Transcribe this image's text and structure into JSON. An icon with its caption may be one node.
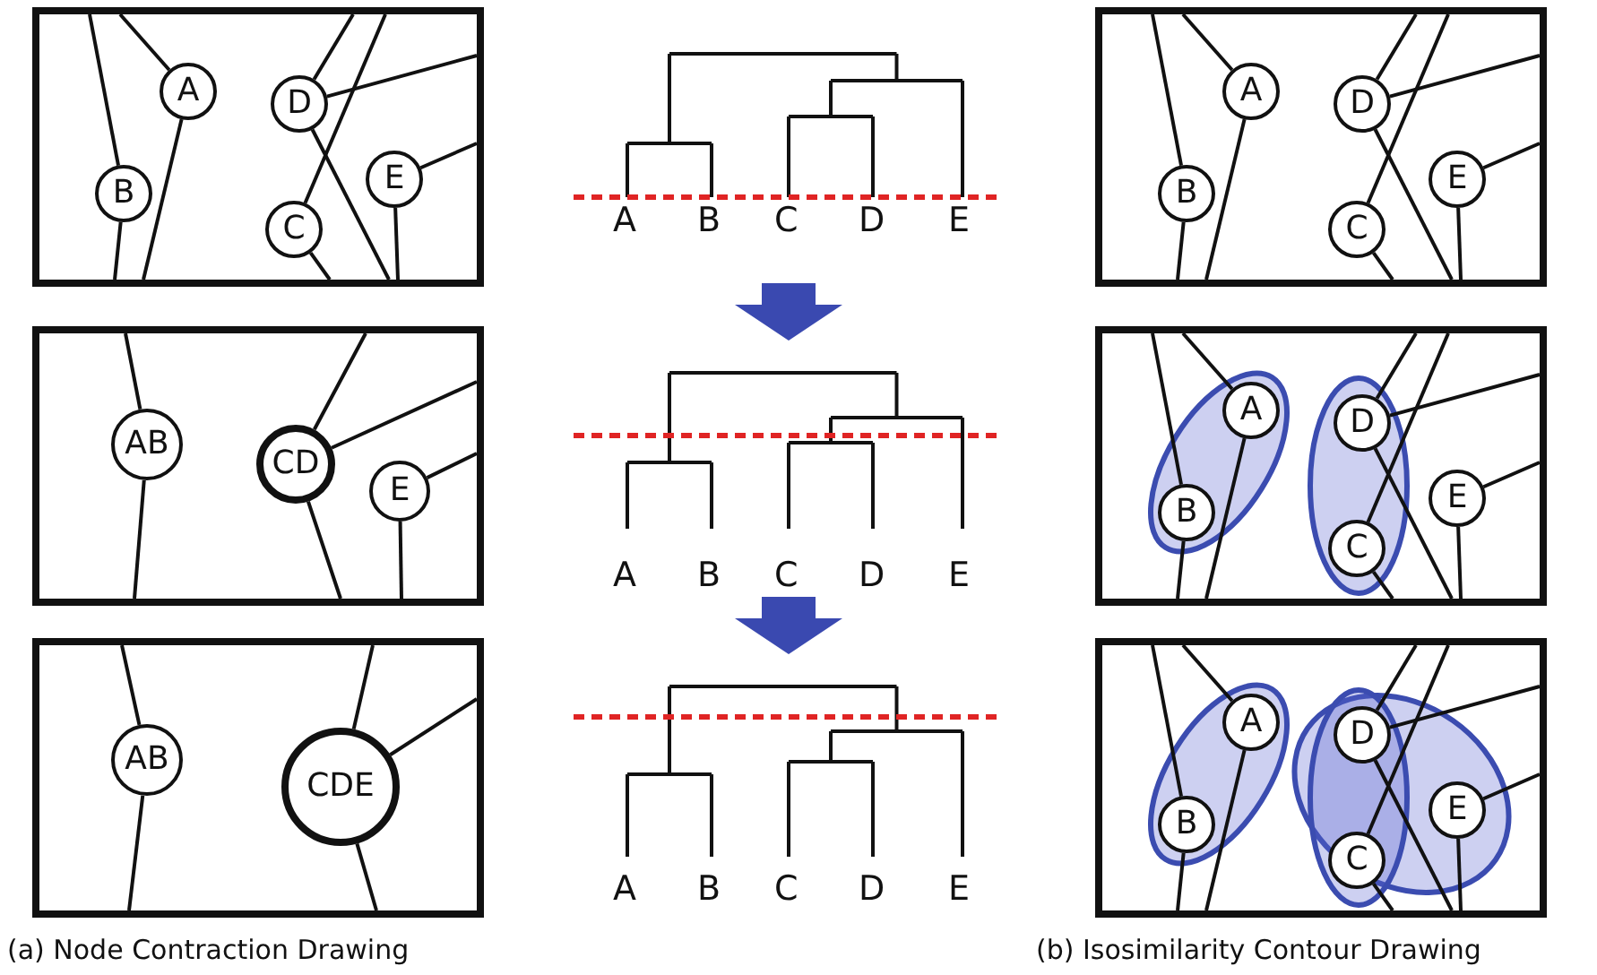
{
  "diagram": {
    "nodes": [
      {
        "text": [],
        "shape": "box"
      },
      {
        "text": [
          "A"
        ],
        "in": 0
      },
      {
        "text": [
          "B"
        ],
        "in": 0
      },
      {
        "text": [
          "D"
        ],
        "in": 0
      },
      {
        "text": [
          "C"
        ],
        "in": 0
      },
      {
        "text": [
          "E"
        ],
        "in": 0
      },
      {
        "text": [],
        "shape": "box"
      },
      {
        "text": [
          "A"
        ],
        "in": 6
      },
      {
        "text": [
          "B"
        ],
        "in": 6
      },
      {
        "text": [
          "D"
        ],
        "in": 6
      },
      {
        "text": [
          "C"
        ],
        "in": 6
      },
      {
        "text": [
          "E"
        ],
        "in": 6
      },
      {
        "text": [],
        "shape": "box"
      },
      {
        "text": [
          "AB"
        ],
        "in": 12
      },
      {
        "text": [
          "CD"
        ],
        "in": 12
      },
      {
        "text": [
          "E"
        ],
        "in": 12
      },
      {
        "text": [],
        "shape": "box"
      },
      {
        "text": [
          "A"
        ],
        "in": 16
      },
      {
        "text": [
          "B"
        ],
        "in": 16
      },
      {
        "text": [
          "D"
        ],
        "in": 16
      },
      {
        "text": [
          "C"
        ],
        "in": 16
      },
      {
        "text": [
          "E"
        ],
        "in": 16
      },
      {
        "text": [],
        "shape": "box"
      },
      {
        "text": [
          "AB"
        ],
        "in": 22
      },
      {
        "text": [
          "CDE"
        ],
        "in": 22
      },
      {
        "text": [],
        "shape": "box"
      },
      {
        "text": [
          "A"
        ],
        "in": 25
      },
      {
        "text": [
          "B"
        ],
        "in": 25
      },
      {
        "text": [
          "D"
        ],
        "in": 25
      },
      {
        "text": [
          "C"
        ],
        "in": 25
      },
      {
        "text": [
          "E"
        ],
        "in": 25
      }
    ],
    "edges": [
      {
        "from": 1,
        "to": 0,
        "arrow": "none"
      },
      {
        "from": 1,
        "to": 0,
        "arrow": "none"
      },
      {
        "from": 2,
        "to": 0,
        "arrow": "none"
      },
      {
        "from": 2,
        "to": 0,
        "arrow": "none"
      },
      {
        "from": 3,
        "to": 0,
        "arrow": "none"
      },
      {
        "from": 3,
        "to": 0,
        "arrow": "none"
      },
      {
        "from": 3,
        "to": 0,
        "arrow": "none"
      },
      {
        "from": 4,
        "to": 0,
        "arrow": "none"
      },
      {
        "from": 4,
        "to": 0,
        "arrow": "none"
      },
      {
        "from": 5,
        "to": 0,
        "arrow": "none"
      },
      {
        "from": 5,
        "to": 0,
        "arrow": "none"
      },
      {
        "from": 7,
        "to": 6,
        "arrow": "none"
      },
      {
        "from": 7,
        "to": 6,
        "arrow": "none"
      },
      {
        "from": 8,
        "to": 6,
        "arrow": "none"
      },
      {
        "from": 8,
        "to": 6,
        "arrow": "none"
      },
      {
        "from": 9,
        "to": 6,
        "arrow": "none"
      },
      {
        "from": 9,
        "to": 6,
        "arrow": "none"
      },
      {
        "from": 9,
        "to": 6,
        "arrow": "none"
      },
      {
        "from": 10,
        "to": 6,
        "arrow": "none"
      },
      {
        "from": 10,
        "to": 6,
        "arrow": "none"
      },
      {
        "from": 11,
        "to": 6,
        "arrow": "none"
      },
      {
        "from": 11,
        "to": 6,
        "arrow": "none"
      },
      {
        "from": 13,
        "to": 12,
        "arrow": "none"
      },
      {
        "from": 13,
        "to": 12,
        "arrow": "none"
      },
      {
        "from": 14,
        "to": 12,
        "arrow": "none"
      },
      {
        "from": 14,
        "to": 12,
        "arrow": "none"
      },
      {
        "from": 14,
        "to": 12,
        "arrow": "none"
      },
      {
        "from": 15,
        "to": 12,
        "arrow": "none"
      },
      {
        "from": 15,
        "to": 12,
        "arrow": "none"
      },
      {
        "from": 17,
        "to": 16,
        "arrow": "none"
      },
      {
        "from": 17,
        "to": 16,
        "arrow": "none"
      },
      {
        "from": 18,
        "to": 16,
        "arrow": "none"
      },
      {
        "from": 18,
        "to": 16,
        "arrow": "none"
      },
      {
        "from": 19,
        "to": 16,
        "arrow": "none"
      },
      {
        "from": 19,
        "to": 16,
        "arrow": "none"
      },
      {
        "from": 19,
        "to": 16,
        "arrow": "none"
      },
      {
        "from": 20,
        "to": 16,
        "arrow": "none"
      },
      {
        "from": 20,
        "to": 16,
        "arrow": "none"
      },
      {
        "from": 21,
        "to": 16,
        "arrow": "none"
      },
      {
        "from": 21,
        "to": 16,
        "arrow": "none"
      },
      {
        "from": 23,
        "to": 22,
        "arrow": "none"
      },
      {
        "from": 23,
        "to": 22,
        "arrow": "none"
      },
      {
        "from": 24,
        "to": 22,
        "arrow": "none"
      },
      {
        "from": 24,
        "to": 22,
        "arrow": "none"
      },
      {
        "from": 24,
        "to": 22,
        "arrow": "none"
      },
      {
        "from": 26,
        "to": 25,
        "arrow": "none"
      },
      {
        "from": 26,
        "to": 25,
        "arrow": "none"
      },
      {
        "from": 27,
        "to": 25,
        "arrow": "none"
      },
      {
        "from": 27,
        "to": 25,
        "arrow": "none"
      },
      {
        "from": 28,
        "to": 25,
        "arrow": "none"
      },
      {
        "from": 28,
        "to": 25,
        "arrow": "none"
      },
      {
        "from": 28,
        "to": 25,
        "arrow": "none"
      },
      {
        "from": 29,
        "to": 25,
        "arrow": "none"
      },
      {
        "from": 29,
        "to": 25,
        "arrow": "none"
      },
      {
        "from": 30,
        "to": 25,
        "arrow": "none"
      },
      {
        "from": 30,
        "to": 25,
        "arrow": "none"
      }
    ],
    "labels": [
      "A",
      "B",
      "C",
      "D",
      "E",
      "A",
      "B",
      "C",
      "D",
      "E",
      "A",
      "B",
      "C",
      "D",
      "E",
      "(a) Node Contraction Drawing",
      "(b) Isosimilarity Contour Drawing"
    ]
  }
}
